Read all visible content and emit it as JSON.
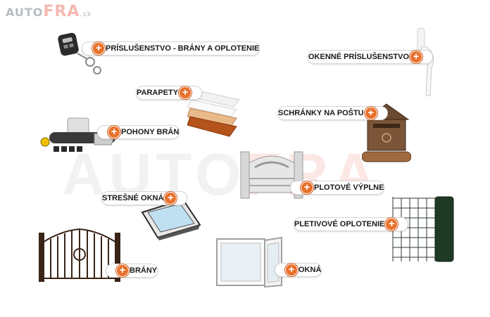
{
  "logo": {
    "auto": "AUTO",
    "fra": "FRA",
    "sk": ".sk"
  },
  "watermark": {
    "auto": "AUTO",
    "fra": "FRA"
  },
  "categories": {
    "prislusenstvo_brany": "PRÍSLUŠENSTVO - BRÁNY A OPLOTENIE",
    "okenne_prislusenstvo": "OKENNÉ PRÍSLUŠENSTVO",
    "parapety": "PARAPETY",
    "schranky": "SCHRÁNKY NA POŠTU",
    "pohony_bran": "POHONY BRÁN",
    "plotove_vyplne": "PLOTOVÉ VÝPLNE",
    "stresne_okna": "STREŠNÉ OKNÁ",
    "pletivove_oplotenie": "PLETIVOVÉ OPLOTENIE",
    "brany": "BRÁNY",
    "okna": "OKNÁ"
  },
  "plus_glyph": "+",
  "colors": {
    "accent": "#e8702a",
    "logo_grey": "#b8bcc2",
    "logo_red": "#f3b9b0"
  }
}
